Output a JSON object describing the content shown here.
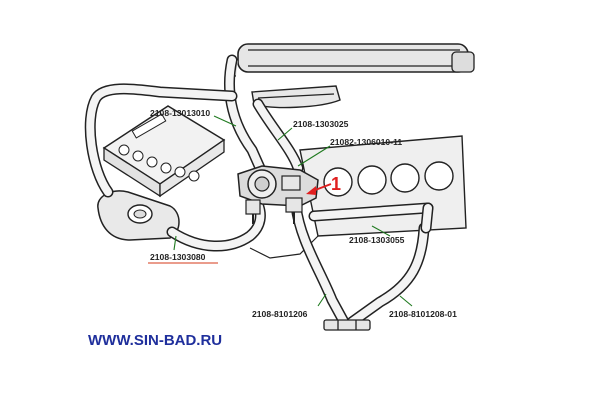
{
  "diagram": {
    "parts": [
      {
        "id": "radiator",
        "label": ""
      },
      {
        "id": "battery",
        "label": ""
      },
      {
        "id": "engine-block",
        "label": ""
      },
      {
        "id": "thermostat",
        "label": ""
      },
      {
        "id": "expansion-tank",
        "label": ""
      }
    ],
    "callouts": [
      {
        "key": "p1",
        "text": "2108-13013010"
      },
      {
        "key": "p2",
        "text": "2108-1303025"
      },
      {
        "key": "p3",
        "text": "21082-1306010-11"
      },
      {
        "key": "p4",
        "text": "2108-1303055"
      },
      {
        "key": "p5",
        "text": "2108-1303080"
      },
      {
        "key": "p6",
        "text": "2108-8101206"
      },
      {
        "key": "p7",
        "text": "2108-8101208-01"
      }
    ],
    "marker": {
      "text": "1",
      "color": "#e02020"
    },
    "leader_color": "#1f7a1f",
    "label_underline_color": "#d43a1a"
  },
  "footer": {
    "url": "WWW.SIN-BAD.RU",
    "url_color": "#1f2f9c"
  }
}
